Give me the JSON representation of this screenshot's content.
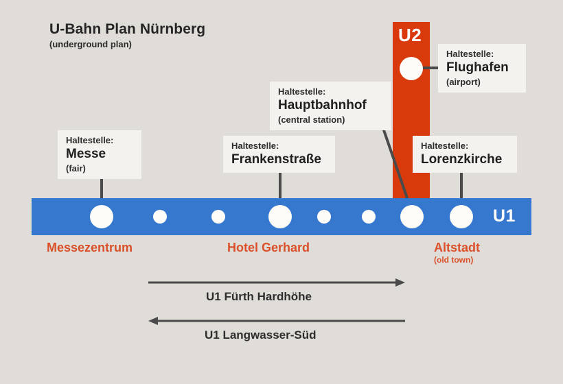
{
  "title": {
    "main": "U-Bahn Plan Nürnberg",
    "sub": "(underground plan)"
  },
  "colors": {
    "background": "#e0ddd8",
    "u1_line": "#3578ce",
    "u2_line": "#d93a0b",
    "station_dot": "#fdfcf8",
    "callout_bg": "#f4f2ee",
    "stop_label": "#d9502a",
    "connector": "#4a4a4a",
    "text": "#252525"
  },
  "lines": [
    {
      "id": "u1",
      "badge": "U1",
      "orientation": "horizontal"
    },
    {
      "id": "u2",
      "badge": "U2",
      "orientation": "vertical"
    }
  ],
  "callouts": [
    {
      "id": "messe",
      "kicker": "Haltestelle:",
      "name": "Messe",
      "translation": "(fair)"
    },
    {
      "id": "frankenstrasse",
      "kicker": "Haltestelle:",
      "name": "Frankenstraße",
      "translation": ""
    },
    {
      "id": "hauptbahnhof",
      "kicker": "Haltestelle:",
      "name": "Hauptbahnhof",
      "translation": "(central station)"
    },
    {
      "id": "flughafen",
      "kicker": "Haltestelle:",
      "name": "Flughafen",
      "translation": "(airport)"
    },
    {
      "id": "lorenzkirche",
      "kicker": "Haltestelle:",
      "name": "Lorenzkirche",
      "translation": ""
    }
  ],
  "stop_labels": [
    {
      "id": "messezentrum",
      "name": "Messezentrum",
      "sub": ""
    },
    {
      "id": "hotel-gerhard",
      "name": "Hotel Gerhard",
      "sub": ""
    },
    {
      "id": "altstadt",
      "name": "Altstadt",
      "sub": "(old town)"
    }
  ],
  "directions": [
    {
      "id": "north",
      "label": "U1 Fürth Hardhöhe",
      "arrow": "right"
    },
    {
      "id": "south",
      "label": "U1 Langwasser-Süd",
      "arrow": "left"
    }
  ]
}
